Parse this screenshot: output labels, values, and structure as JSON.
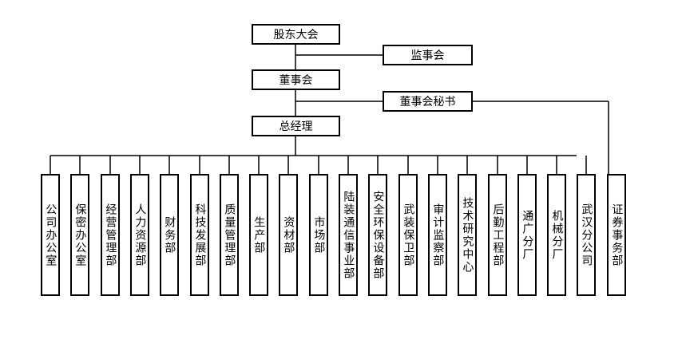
{
  "top": {
    "shareholders": "股东大会",
    "supervisors": "监事会",
    "board": "董事会",
    "secretary": "董事会秘书",
    "gm": "总经理"
  },
  "departments": [
    "公司办公室",
    "保密办公室",
    "经营管理部",
    "人力资源部",
    "财务部",
    "科技发展部",
    "质量管理部",
    "生产部",
    "资材部",
    "市场部",
    "陆装通信事业部",
    "安全环保设备部",
    "武装保卫部",
    "审计监察部",
    "技术研究中心",
    "后勤工程部",
    "通广分厂",
    "机械分厂",
    "武汉分公司",
    "证券事务部"
  ]
}
